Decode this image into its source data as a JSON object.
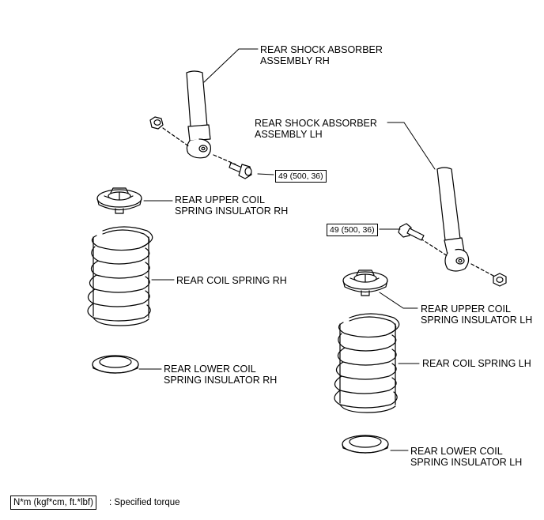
{
  "labels": {
    "shock_rh": [
      "REAR SHOCK ABSORBER",
      "ASSEMBLY RH"
    ],
    "shock_lh": [
      "REAR SHOCK ABSORBER",
      "ASSEMBLY LH"
    ],
    "upper_ins_rh": [
      "REAR UPPER COIL",
      "SPRING INSULATOR RH"
    ],
    "coil_rh": "REAR COIL SPRING RH",
    "lower_ins_rh": [
      "REAR LOWER COIL",
      "SPRING INSULATOR RH"
    ],
    "upper_ins_lh": [
      "REAR UPPER COIL",
      "SPRING INSULATOR LH"
    ],
    "coil_lh": "REAR COIL SPRING LH",
    "lower_ins_lh": [
      "REAR LOWER COIL",
      "SPRING INSULATOR LH"
    ]
  },
  "torque": {
    "rh": "49 (500, 36)",
    "lh": "49 (500, 36)"
  },
  "legend": {
    "unit": "N*m (kgf*cm, ft.*lbf)",
    "desc": ": Specified torque"
  }
}
